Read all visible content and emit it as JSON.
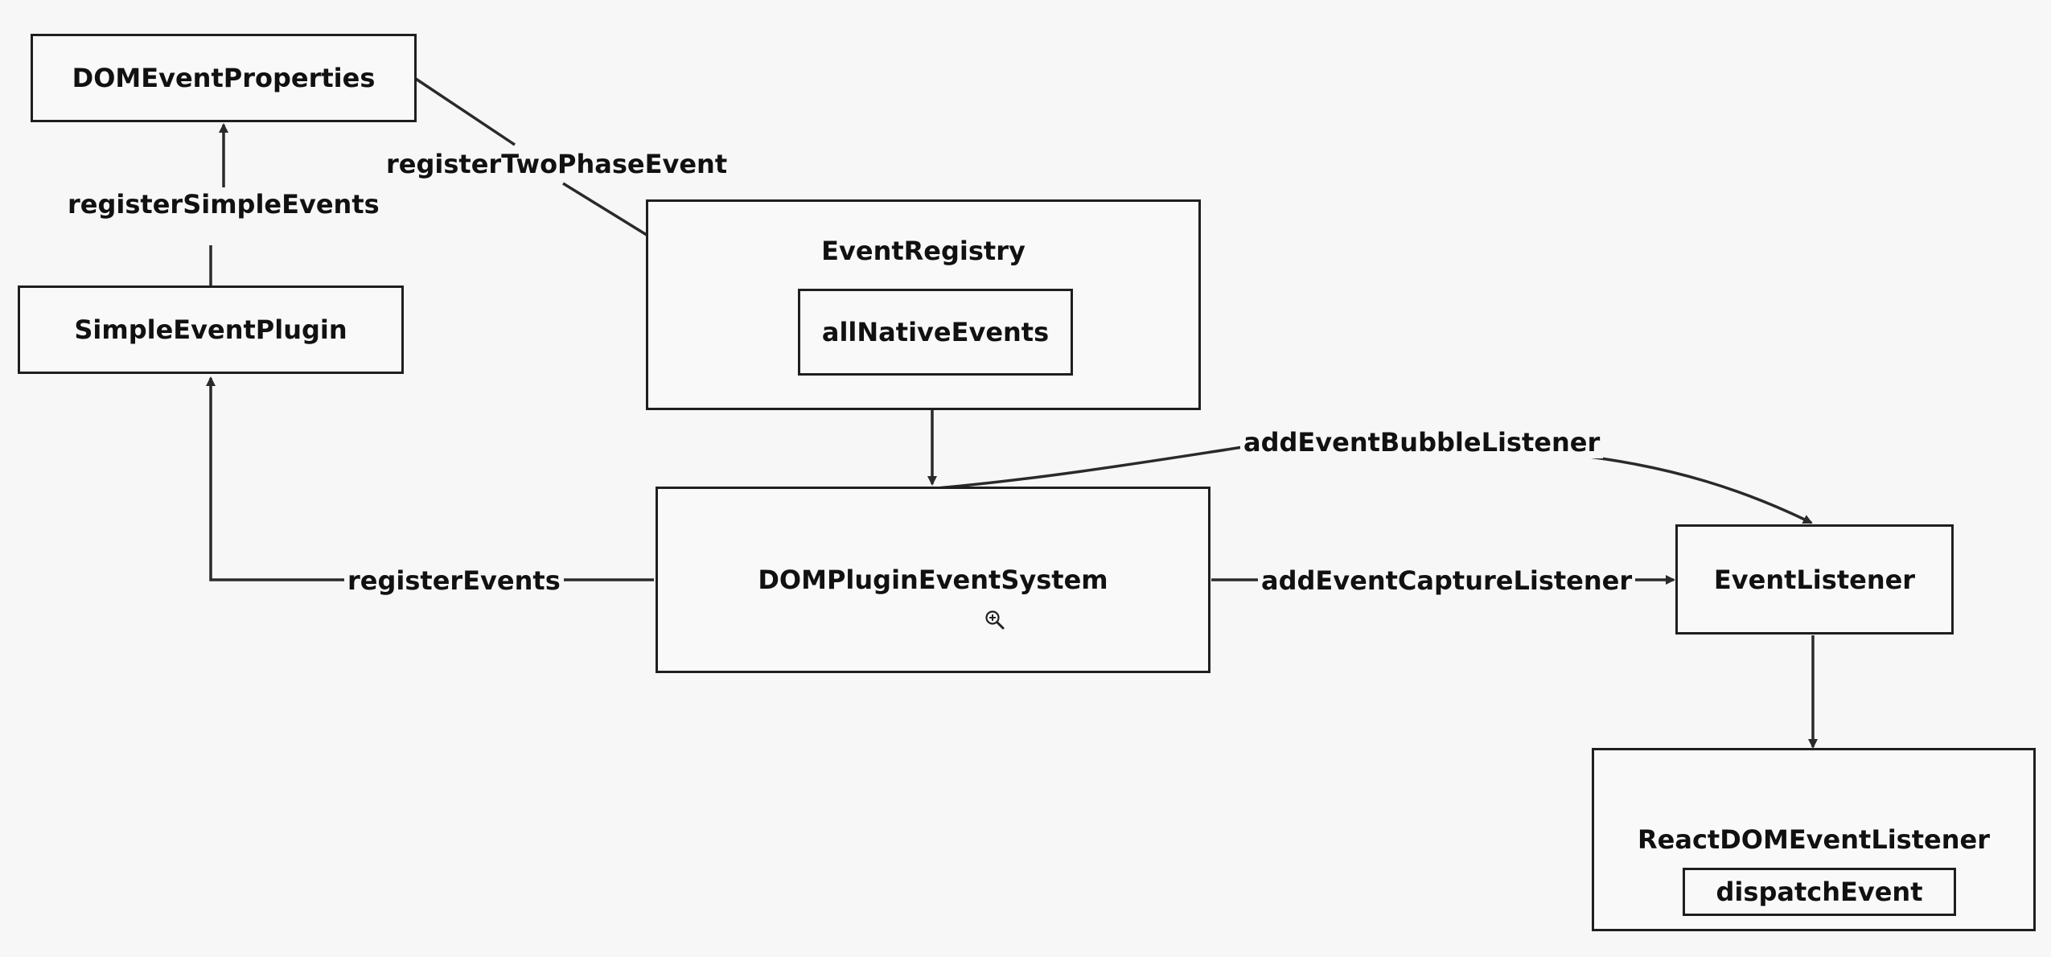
{
  "nodes": {
    "dom_event_properties": "DOMEventProperties",
    "simple_event_plugin": "SimpleEventPlugin",
    "event_registry": "EventRegistry",
    "all_native_events": "allNativeEvents",
    "dom_plugin_event_system": "DOMPluginEventSystem",
    "event_listener": "EventListener",
    "react_dom_event_listener": "ReactDOMEventListener",
    "dispatch_event": "dispatchEvent"
  },
  "edges": {
    "register_simple_events": "registerSimpleEvents",
    "register_two_phase_event": "registerTwoPhaseEvent",
    "register_events": "registerEvents",
    "add_event_bubble_listener": "addEventBubbleListener",
    "add_event_capture_listener": "addEventCaptureListener"
  },
  "colors": {
    "background": "#f7f7f7",
    "stroke": "#1f1f1f",
    "text": "#111111"
  },
  "icons": {
    "cursor": "zoom-in-cursor-icon"
  }
}
